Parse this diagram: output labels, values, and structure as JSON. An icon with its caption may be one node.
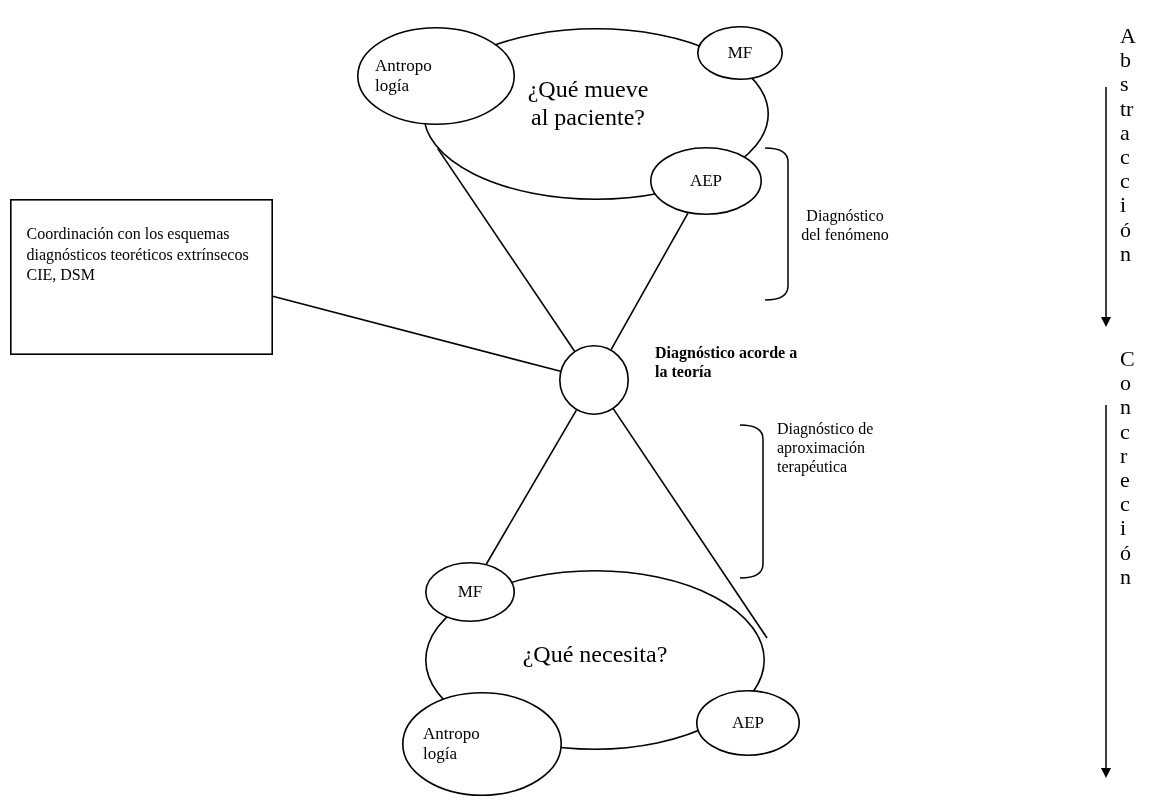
{
  "diagram": {
    "nodes": [
      {
        "text": [
          "¿Qué mueve al paciente?"
        ]
      },
      {
        "text": [
          "Antropo logía"
        ]
      },
      {
        "text": [
          "MF"
        ]
      },
      {
        "text": [
          "AEP"
        ]
      },
      {
        "text": [
          "Coordinación con los esquemas diagnósticos teoréticos extrínsecos CIE, DSM"
        ]
      },
      {
        "text": [],
        "shape": "circle"
      },
      {
        "text": [
          "¿Qué necesita?"
        ]
      },
      {
        "text": [
          "MF"
        ]
      },
      {
        "text": [
          "Antropo logía"
        ]
      },
      {
        "text": [
          "AEP"
        ]
      }
    ],
    "edges": [
      {
        "from": 0,
        "to": 5,
        "arrow": "none"
      },
      {
        "from": 3,
        "to": 5,
        "arrow": "none"
      },
      {
        "from": 4,
        "to": 5,
        "arrow": "none"
      },
      {
        "from": 5,
        "to": 7,
        "arrow": "none"
      },
      {
        "from": 5,
        "to": 6,
        "arrow": "none"
      }
    ],
    "labels": [
      "Diagnóstico del fenómeno",
      "Diagnóstico acorde a la teoría",
      "Diagnóstico de aproximación terapéutica",
      "Abstracción",
      "Concreción"
    ]
  }
}
